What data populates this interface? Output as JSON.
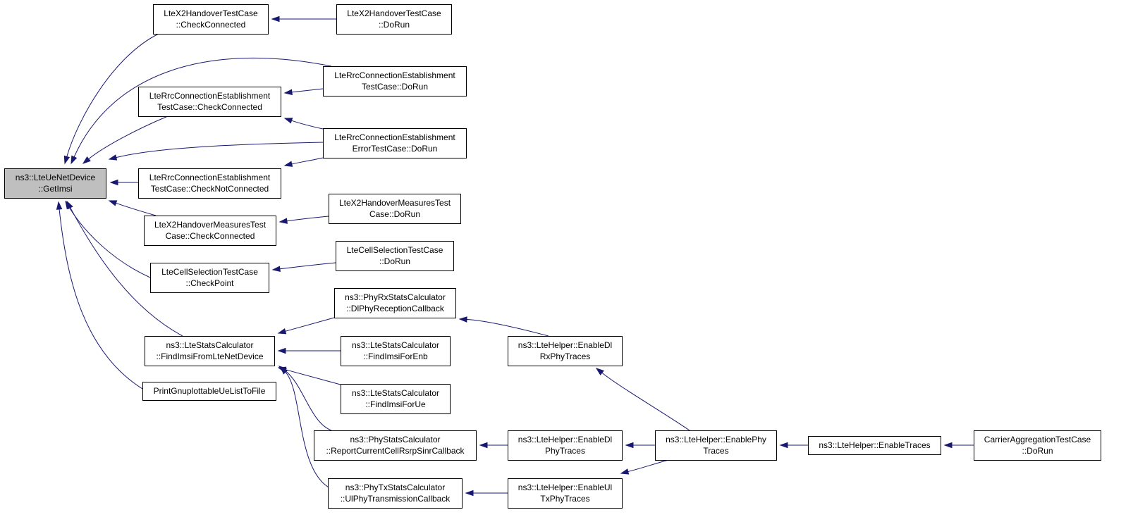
{
  "graph": {
    "nodes": [
      {
        "id": "root",
        "lines": [
          "ns3::LteUeNetDevice",
          "::GetImsi"
        ],
        "highlight": true
      },
      {
        "id": "x2h_cc",
        "lines": [
          "LteX2HandoverTestCase",
          "::CheckConnected"
        ]
      },
      {
        "id": "x2h_run",
        "lines": [
          "LteX2HandoverTestCase",
          "::DoRun"
        ]
      },
      {
        "id": "rrc_run",
        "lines": [
          "LteRrcConnectionEstablishment",
          "TestCase::DoRun"
        ]
      },
      {
        "id": "rrc_cc",
        "lines": [
          "LteRrcConnectionEstablishment",
          "TestCase::CheckConnected"
        ]
      },
      {
        "id": "rrc_err_run",
        "lines": [
          "LteRrcConnectionEstablishment",
          "ErrorTestCase::DoRun"
        ]
      },
      {
        "id": "rrc_cnc",
        "lines": [
          "LteRrcConnectionEstablishment",
          "TestCase::CheckNotConnected"
        ]
      },
      {
        "id": "x2m_run",
        "lines": [
          "LteX2HandoverMeasuresTest",
          "Case::DoRun"
        ]
      },
      {
        "id": "x2m_cc",
        "lines": [
          "LteX2HandoverMeasuresTest",
          "Case::CheckConnected"
        ]
      },
      {
        "id": "cs_run",
        "lines": [
          "LteCellSelectionTestCase",
          "::DoRun"
        ]
      },
      {
        "id": "cs_cp",
        "lines": [
          "LteCellSelectionTestCase",
          "::CheckPoint"
        ]
      },
      {
        "id": "rx_dl",
        "lines": [
          "ns3::PhyRxStatsCalculator",
          "::DlPhyReceptionCallback"
        ]
      },
      {
        "id": "stats_find",
        "lines": [
          "ns3::LteStatsCalculator",
          "::FindImsiFromLteNetDevice"
        ]
      },
      {
        "id": "find_enb",
        "lines": [
          "ns3::LteStatsCalculator",
          "::FindImsiForEnb"
        ]
      },
      {
        "id": "find_ue",
        "lines": [
          "ns3::LteStatsCalculator",
          "::FindImsiForUe"
        ]
      },
      {
        "id": "print_gnu",
        "lines": [
          "PrintGnuplottableUeListToFile"
        ]
      },
      {
        "id": "phy_stats",
        "lines": [
          "ns3::PhyStatsCalculator",
          "::ReportCurrentCellRsrpSinrCallback"
        ]
      },
      {
        "id": "tx_ul",
        "lines": [
          "ns3::PhyTxStatsCalculator",
          "::UlPhyTransmissionCallback"
        ]
      },
      {
        "id": "en_dl_rx",
        "lines": [
          "ns3::LteHelper::EnableDl",
          "RxPhyTraces"
        ]
      },
      {
        "id": "en_dl_phy",
        "lines": [
          "ns3::LteHelper::EnableDl",
          "PhyTraces"
        ]
      },
      {
        "id": "en_ul_tx",
        "lines": [
          "ns3::LteHelper::EnableUl",
          "TxPhyTraces"
        ]
      },
      {
        "id": "en_phy",
        "lines": [
          "ns3::LteHelper::EnablePhy",
          "Traces"
        ]
      },
      {
        "id": "en_traces",
        "lines": [
          "ns3::LteHelper::EnableTraces"
        ]
      },
      {
        "id": "ca_run",
        "lines": [
          "CarrierAggregationTestCase",
          "::DoRun"
        ]
      }
    ],
    "edges": [
      {
        "from": "x2h_cc",
        "to": "root"
      },
      {
        "from": "rrc_run",
        "to": "root"
      },
      {
        "from": "rrc_cc",
        "to": "root"
      },
      {
        "from": "rrc_err_run",
        "to": "root"
      },
      {
        "from": "rrc_cnc",
        "to": "root"
      },
      {
        "from": "x2m_cc",
        "to": "root"
      },
      {
        "from": "cs_cp",
        "to": "root"
      },
      {
        "from": "stats_find",
        "to": "root"
      },
      {
        "from": "print_gnu",
        "to": "root"
      },
      {
        "from": "x2h_run",
        "to": "x2h_cc"
      },
      {
        "from": "rrc_run",
        "to": "rrc_cc"
      },
      {
        "from": "rrc_err_run",
        "to": "rrc_cc"
      },
      {
        "from": "rrc_err_run",
        "to": "rrc_cnc"
      },
      {
        "from": "x2m_run",
        "to": "x2m_cc"
      },
      {
        "from": "cs_run",
        "to": "cs_cp"
      },
      {
        "from": "rx_dl",
        "to": "stats_find"
      },
      {
        "from": "find_enb",
        "to": "stats_find"
      },
      {
        "from": "find_ue",
        "to": "stats_find"
      },
      {
        "from": "phy_stats",
        "to": "stats_find"
      },
      {
        "from": "tx_ul",
        "to": "stats_find"
      },
      {
        "from": "en_dl_rx",
        "to": "rx_dl"
      },
      {
        "from": "en_dl_phy",
        "to": "phy_stats"
      },
      {
        "from": "en_ul_tx",
        "to": "tx_ul"
      },
      {
        "from": "en_phy",
        "to": "en_dl_rx"
      },
      {
        "from": "en_phy",
        "to": "en_dl_phy"
      },
      {
        "from": "en_phy",
        "to": "en_ul_tx"
      },
      {
        "from": "en_traces",
        "to": "en_phy"
      },
      {
        "from": "ca_run",
        "to": "en_traces"
      }
    ]
  }
}
